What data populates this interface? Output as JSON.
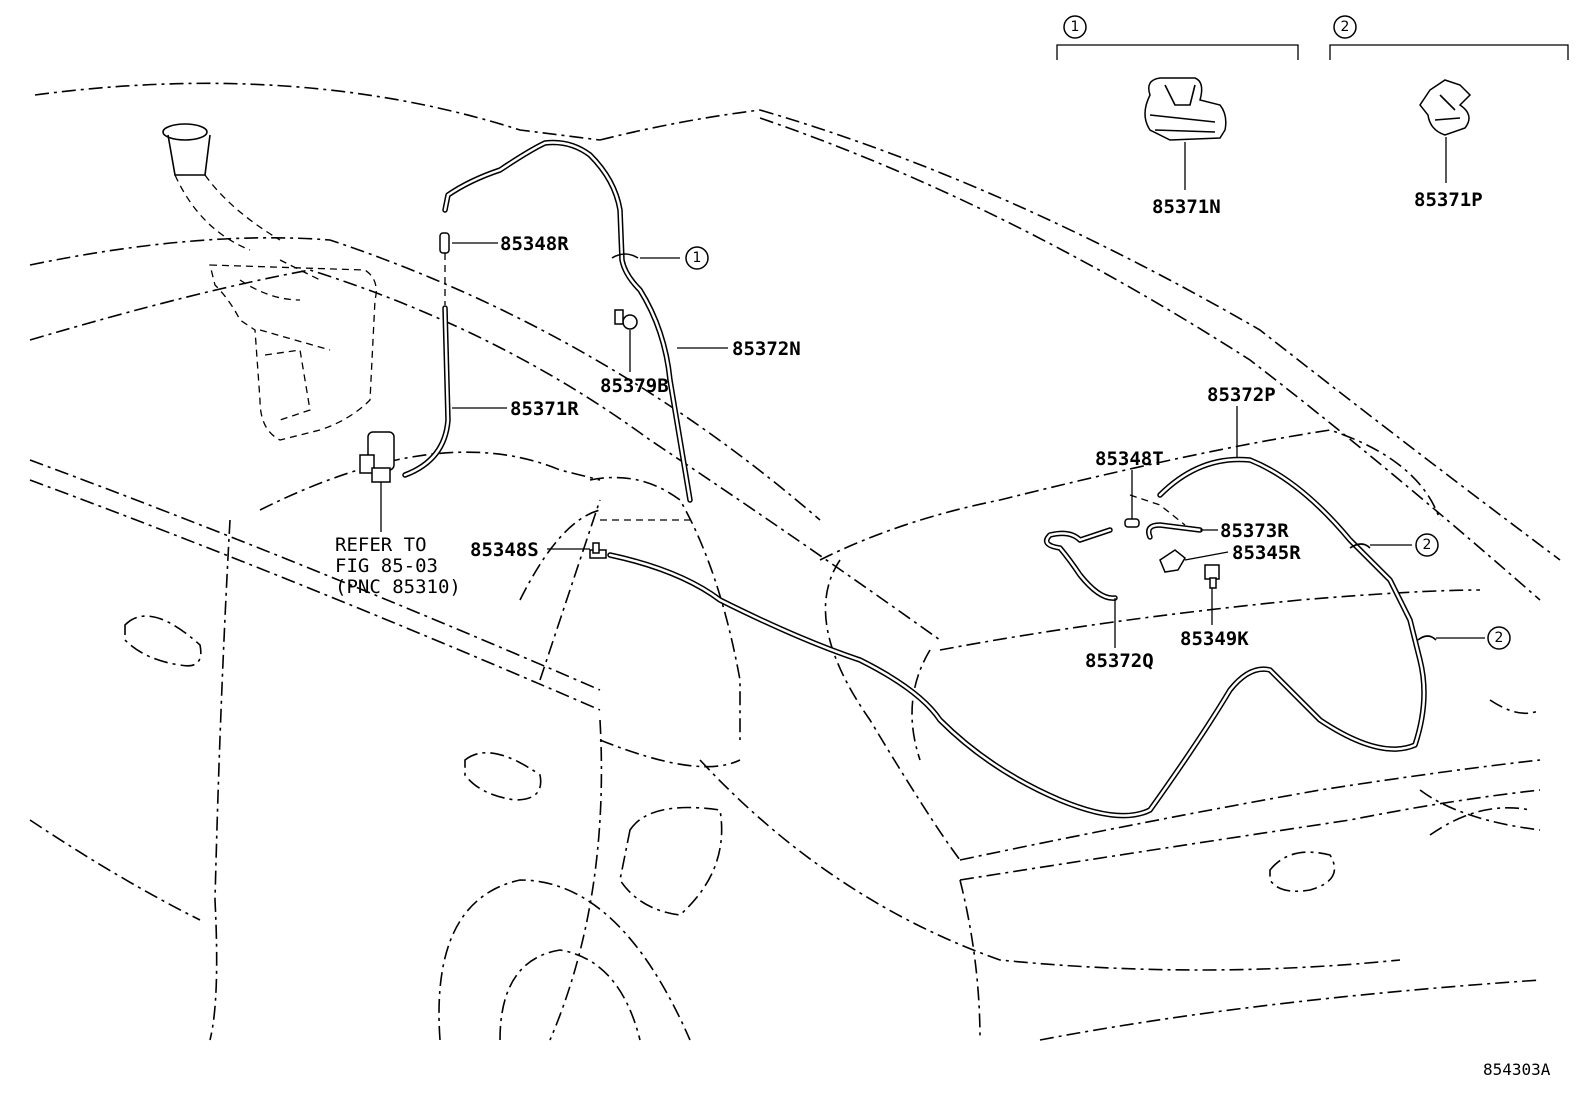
{
  "labels": {
    "p85348R": "85348R",
    "p85372N": "85372N",
    "p85379B": "85379B",
    "p85371R": "85371R",
    "p85348S": "85348S",
    "p85372P": "85372P",
    "p85348T": "85348T",
    "p85373R": "85373R",
    "p85345R": "85345R",
    "p85349K": "85349K",
    "p85372Q": "85372Q",
    "p85371N": "85371N",
    "p85371P": "85371P"
  },
  "refer_note": {
    "line1": "REFER TO",
    "line2": "FIG 85-03",
    "line3": "(PNC 85310)"
  },
  "callouts": {
    "one": "1",
    "two": "2"
  },
  "figure_id": "854303A"
}
